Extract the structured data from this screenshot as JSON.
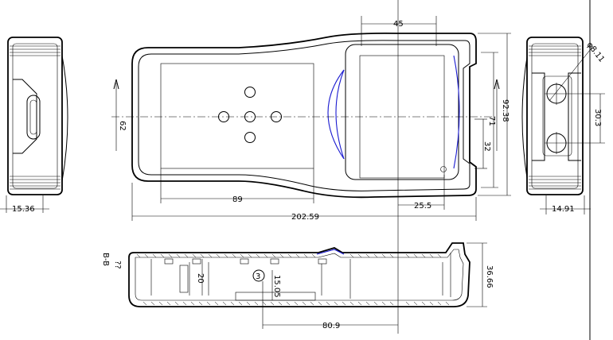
{
  "drawing": {
    "section_label": "B-B",
    "section_mark": "??",
    "dimensions": {
      "top_width": "45",
      "hole_diameter": "φ8.11",
      "overall_height": "92.38",
      "side_height_71": "71",
      "side_height_32": "32",
      "left_height": "62",
      "hole_pitch": "30.3",
      "inner_width_89": "89",
      "overall_length": "202.59",
      "offset_25": "25.5",
      "left_view_depth": "15.36",
      "right_view_depth": "14.91",
      "section_height": "36.66",
      "rib_height": "20",
      "boss_height": "15.05",
      "section_offset": "80.9",
      "boss_label": "3"
    }
  }
}
